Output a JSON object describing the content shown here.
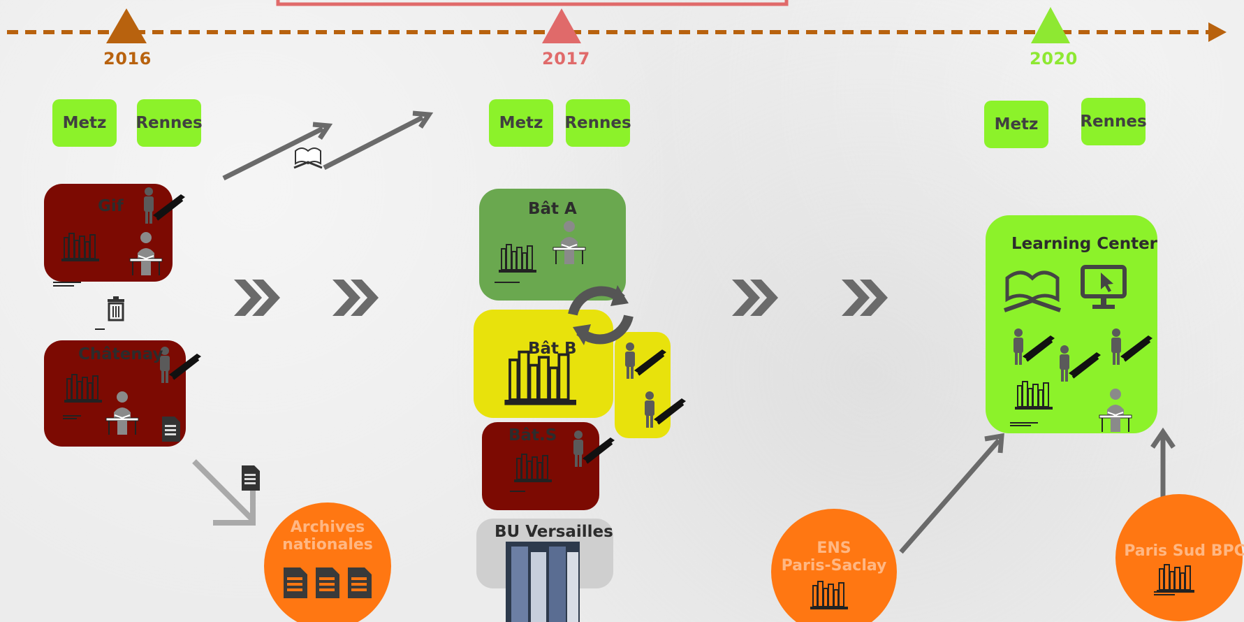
{
  "timeline": {
    "years": [
      {
        "label": "2016",
        "color": "#b8620e"
      },
      {
        "label": "2017",
        "color": "#e06a6a"
      },
      {
        "label": "2020",
        "color": "#8ee832"
      }
    ],
    "line_color": "#b8620e"
  },
  "sites": {
    "metz": "Metz",
    "rennes": "Rennes"
  },
  "col2016": {
    "gif": "Gif",
    "chatenay": "Châtenay",
    "archives": "Archives\nnationales"
  },
  "col2017": {
    "bat_a": "Bât A",
    "bat_b": "Bât B",
    "bat_s": "Bât.S",
    "bu_versailles": "BU Versailles"
  },
  "col2020": {
    "learning_center": "Learning Center",
    "ens": "ENS\nParis-Saclay",
    "paris_sud": "Paris Sud BPC"
  },
  "colors": {
    "dark_red": "#7c0a02",
    "green_dark": "#6aa84f",
    "yellow": "#e8e20c",
    "lime": "#8cf22a",
    "orange": "#ff7712",
    "grey_box": "#cfcfcf",
    "arrow_grey": "#6a6a6a"
  },
  "icons": [
    "bookshelf-icon",
    "reader-icon",
    "standing-person-icon",
    "trash-icon",
    "document-icon",
    "open-book-icon",
    "monitor-cursor-icon",
    "rotate-icon",
    "double-chevron-icon"
  ]
}
